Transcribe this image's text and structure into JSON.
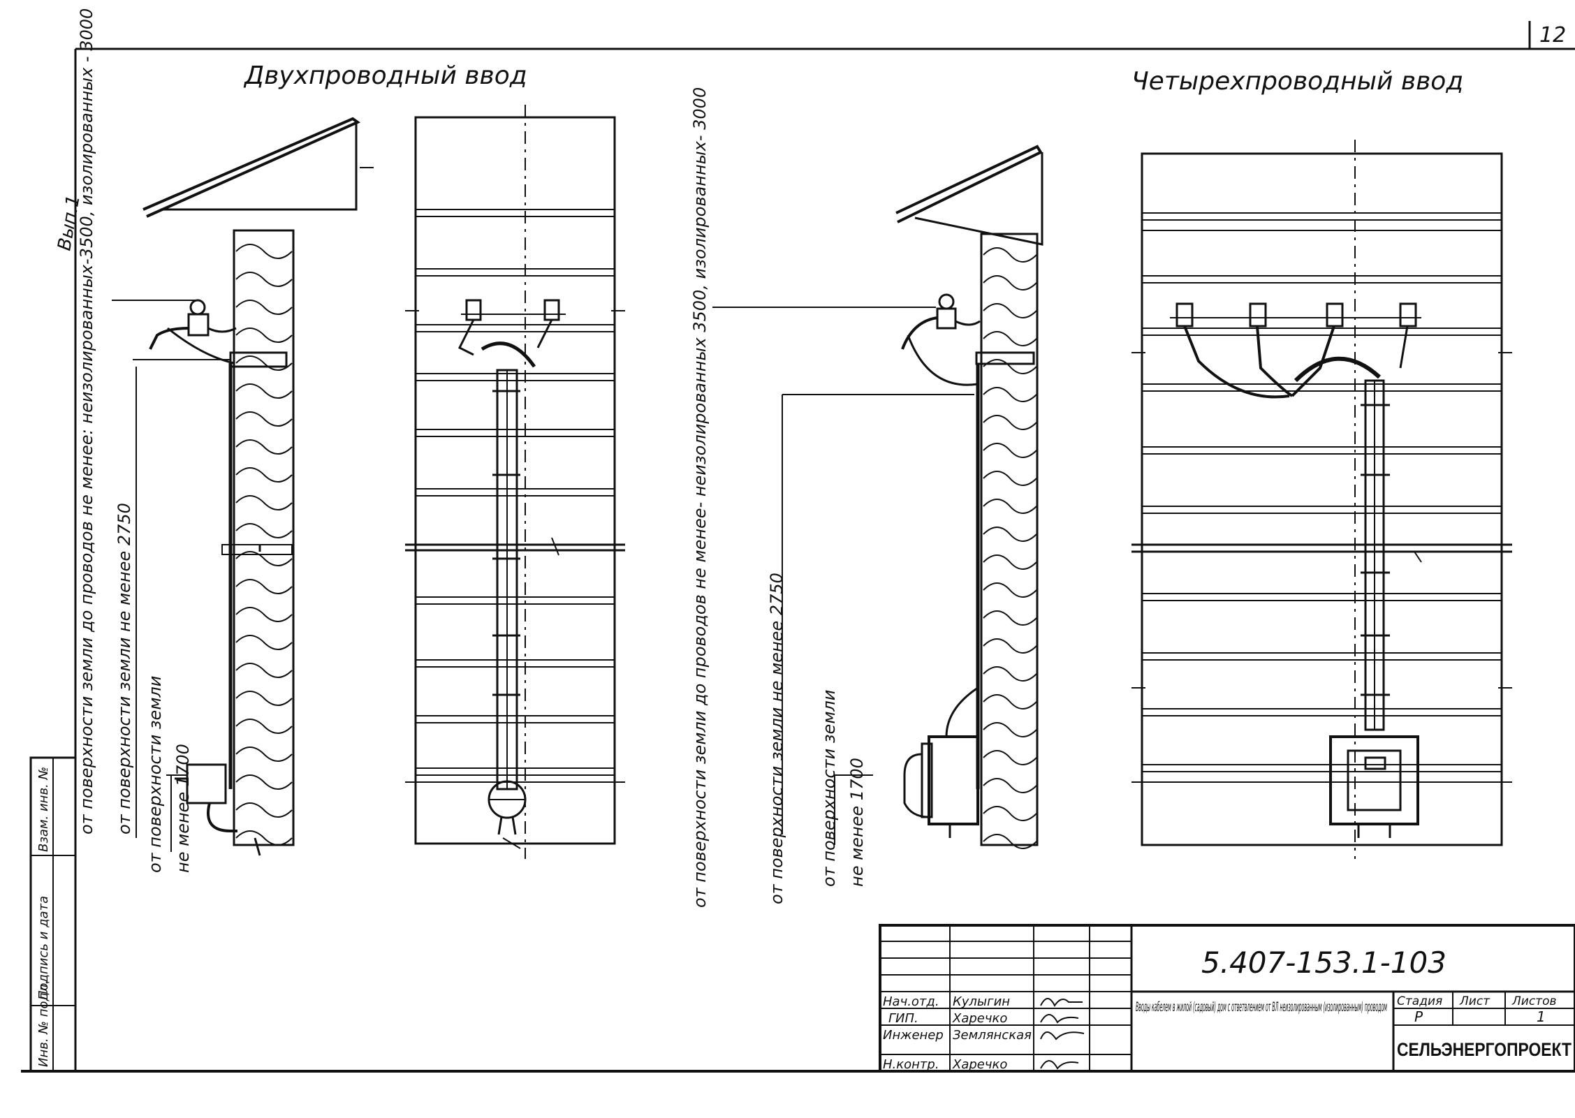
{
  "sheet": {
    "number": "12",
    "inventory_label": "Вып.1"
  },
  "left_view": {
    "title": "Двухпроводный ввод",
    "dim_top": "от поверхности земли до проводов не менее: неизолированных-3500, изолированных - 3000",
    "dim_mid": "от поверхности земли не менее 2750",
    "dim_low_1": "от поверхности земли",
    "dim_low_2": "не менее 1700"
  },
  "right_view": {
    "title": "Четырехпроводный ввод",
    "dim_top": "от поверхности земли до проводов не менее- неизолированных 3500, изолированных- 3000",
    "dim_mid": "от поверхности земли не менее 2750",
    "dim_low_1": "от поверхности земли",
    "dim_low_2": "не менее 1700"
  },
  "side_stamp": {
    "cells": [
      "Инв. № подл.",
      "Подпись и дата",
      "Взам. инв. №"
    ]
  },
  "title_block": {
    "doc_code": "5.407-153.1-103",
    "description": "Вводы кабелем в жилой (садовый) дом с ответвлением от ВЛ неизолированным (изолированным) проводом",
    "stage_label": "Стадия",
    "sheet_label": "Лист",
    "sheets_label": "Листов",
    "stage_value": "Р",
    "sheets_value": "1",
    "organization": "СЕЛЬЭНЕРГОПРОЕКТ",
    "signatures": [
      {
        "role": "Нач.отд.",
        "name": "Кулыгин"
      },
      {
        "role": "ГИП.",
        "name": "Харечко"
      },
      {
        "role": "Инженер",
        "name": "Землянская"
      },
      {
        "role": "Н.контр.",
        "name": "Харечко"
      }
    ]
  }
}
